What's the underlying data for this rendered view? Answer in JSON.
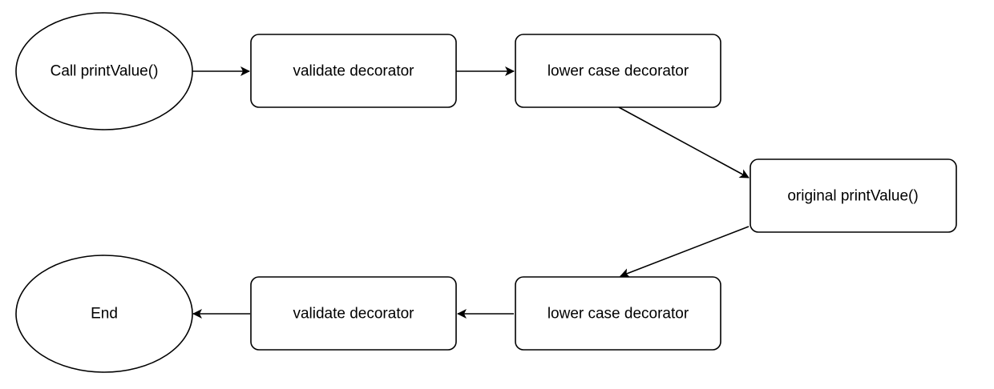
{
  "diagram": {
    "nodes": {
      "start": "Call printValue()",
      "validate_in": "validate decorator",
      "lower_in": "lower case decorator",
      "original": "original printValue()",
      "lower_out": "lower case decorator",
      "validate_out": "validate decorator",
      "end": "End"
    },
    "edges": [
      {
        "from": "start",
        "to": "validate_in"
      },
      {
        "from": "validate_in",
        "to": "lower_in"
      },
      {
        "from": "lower_in",
        "to": "original"
      },
      {
        "from": "original",
        "to": "lower_out"
      },
      {
        "from": "lower_out",
        "to": "validate_out"
      },
      {
        "from": "validate_out",
        "to": "end"
      }
    ],
    "colors": {
      "stroke": "#000000",
      "fill": "#ffffff",
      "text": "#000000"
    }
  }
}
